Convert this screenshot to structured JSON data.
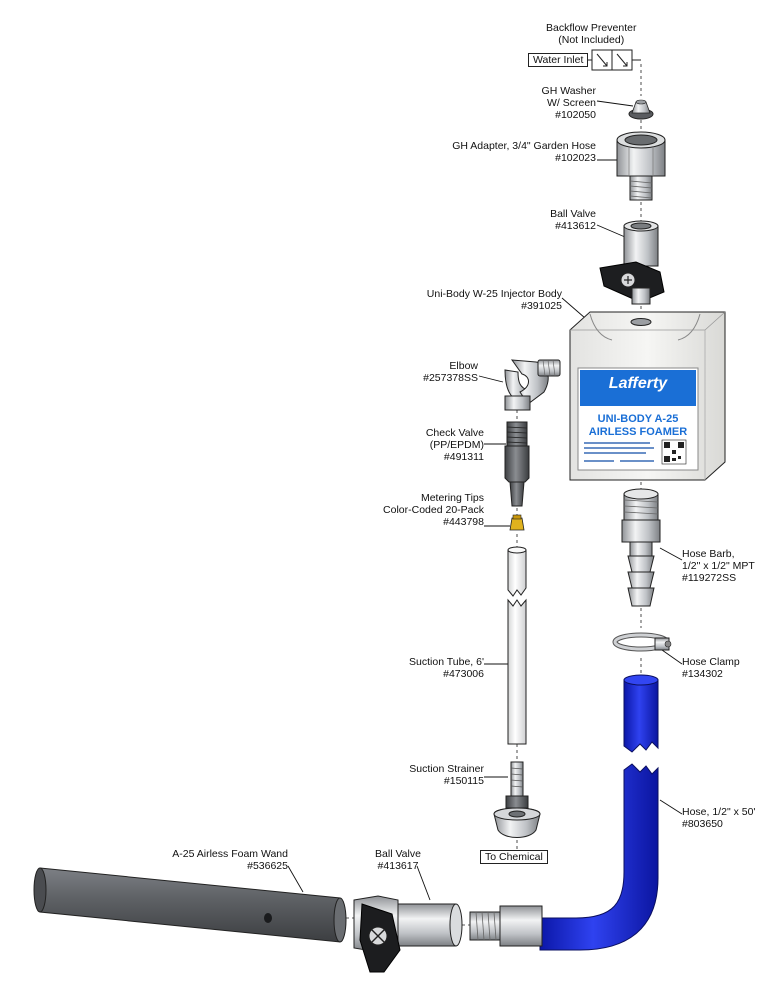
{
  "labels": {
    "backflow": {
      "name": "Backflow Preventer",
      "note": "(Not Included)"
    },
    "water_inlet": "Water Inlet",
    "gh_washer": {
      "name": "GH Washer",
      "name2": "W/ Screen",
      "part": "#102050"
    },
    "gh_adapter": {
      "name": "GH Adapter, 3/4\" Garden Hose",
      "part": "#102023"
    },
    "ball_valve_top": {
      "name": "Ball Valve",
      "part": "#413612"
    },
    "injector_body": {
      "name": "Uni-Body W-25 Injector Body",
      "part": "#391025"
    },
    "elbow": {
      "name": "Elbow",
      "part": "#257378SS"
    },
    "check_valve": {
      "name": "Check Valve",
      "name2": "(PP/EPDM)",
      "part": "#491311"
    },
    "metering_tips": {
      "name": "Metering Tips",
      "name2": "Color-Coded 20-Pack",
      "part": "#443798"
    },
    "hose_barb": {
      "name": "Hose Barb,",
      "name2": "1/2\" x 1/2\" MPT",
      "part": "#119272SS"
    },
    "hose_clamp": {
      "name": "Hose Clamp",
      "part": "#134302"
    },
    "suction_tube": {
      "name": "Suction Tube, 6'",
      "part": "#473006"
    },
    "suction_strainer": {
      "name": "Suction Strainer",
      "part": "#150115"
    },
    "to_chemical": "To Chemical",
    "hose": {
      "name": "Hose, 1/2\" x 50'",
      "part": "#803650"
    },
    "foam_wand": {
      "name": "A-25 Airless Foam Wand",
      "part": "#536625"
    },
    "ball_valve_bottom": {
      "name": "Ball Valve",
      "part": "#413617"
    }
  },
  "product_label": {
    "brand": "Lafferty",
    "title1": "UNI-BODY A-25",
    "title2": "AIRLESS FOAMER"
  },
  "colors": {
    "hose_blue": "#1f2fd6",
    "label_blue": "#1a6fd6",
    "wand_gray": "#5a5d61",
    "metal": "#c9cbce",
    "outline": "#222222"
  },
  "icons": [
    "backflow-arrow-icon",
    "qr-code-icon"
  ]
}
